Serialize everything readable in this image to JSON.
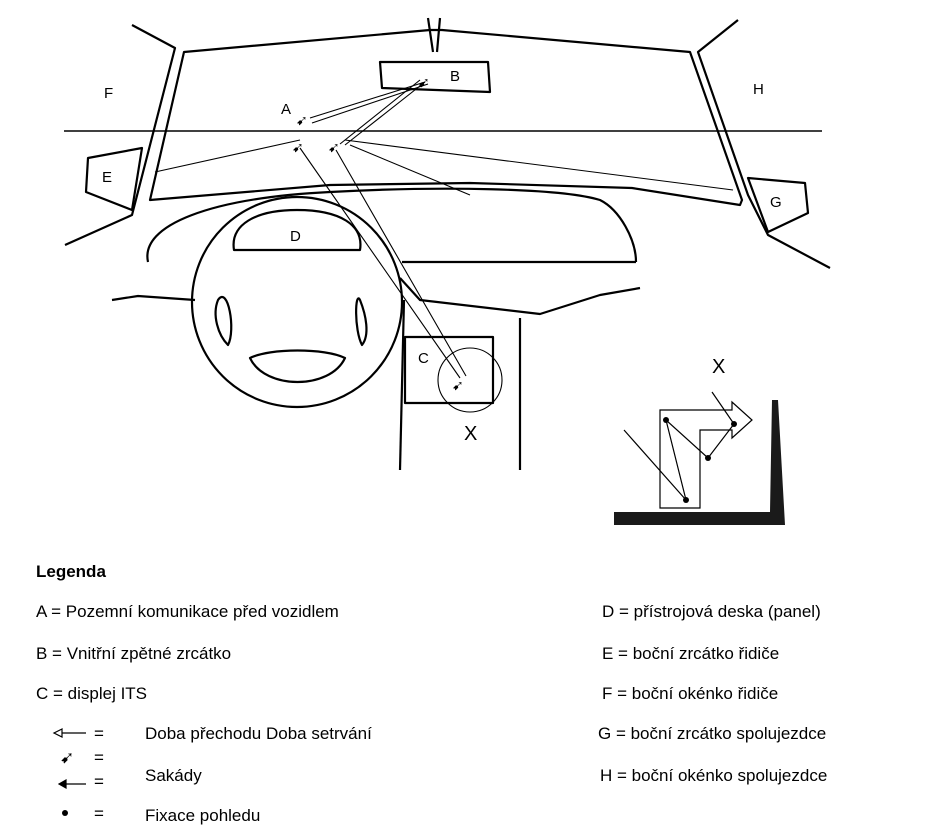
{
  "diagram": {
    "zone_labels": {
      "A": "A",
      "B": "B",
      "C": "C",
      "D": "D",
      "E": "E",
      "F": "F",
      "G": "G",
      "H": "H",
      "X_main": "X",
      "X_inset": "X"
    }
  },
  "legend": {
    "title": "Legenda",
    "left_items": [
      "A = Pozemní komunikace před vozidlem",
      "B = Vnitřní zpětné zrcátko",
      "C = displej ITS"
    ],
    "right_items": [
      "D = přístrojová deska (panel)",
      "E = boční zrcátko řidiče",
      "F = boční okénko řidiče",
      "G = boční zrcátko spolujezdce",
      "H = boční okénko spolujezdce"
    ],
    "symbols": [
      {
        "icon": "hollow-arrow-icon",
        "eq": "=",
        "text": "Doba přechodu Doba setrvání"
      },
      {
        "icon": "saccade-icon",
        "eq": "=",
        "text": "Sakády"
      },
      {
        "icon": "solid-arrow-icon",
        "eq": "=",
        "text": ""
      },
      {
        "icon": "fixation-dot-icon",
        "eq": "=",
        "text": "Fixace pohledu"
      }
    ]
  }
}
